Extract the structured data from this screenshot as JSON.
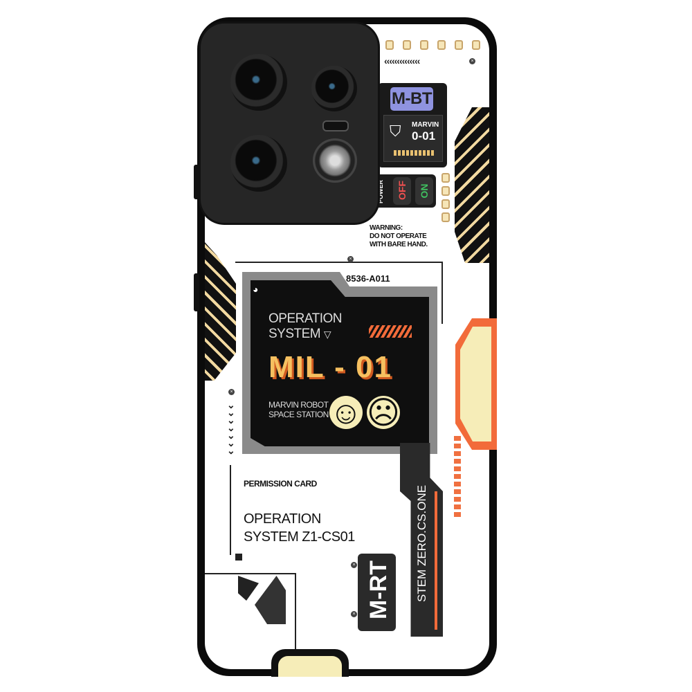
{
  "badge": {
    "top_label": "M-BT",
    "name": "MARVIN",
    "code": "0-01"
  },
  "switch": {
    "power": "POWER",
    "off": "OFF",
    "on": "ON"
  },
  "warning": {
    "line1": "WARNING:",
    "line2": "DO NOT OPERATE",
    "line3": "WITH BARE HAND."
  },
  "panel": {
    "serial": "8536-A011",
    "os_line1": "OPERATION",
    "os_line2": "SYSTEM",
    "title": "MIL - 01",
    "sub1": "MARVIN ROBOT",
    "sub2": "SPACE STATION",
    "happy": "☺",
    "sad": "☹"
  },
  "card": {
    "label": "PERMISSION CARD",
    "line1": "OPERATION",
    "line2": "SYSTEM Z1-CS01"
  },
  "side": {
    "vertical_text": "STEM ZERO.CS.ONE",
    "tag": "M-RT"
  },
  "colors": {
    "accent": "#f26b3a",
    "cream": "#f6edb8",
    "badge_blue": "#8f93e0"
  }
}
